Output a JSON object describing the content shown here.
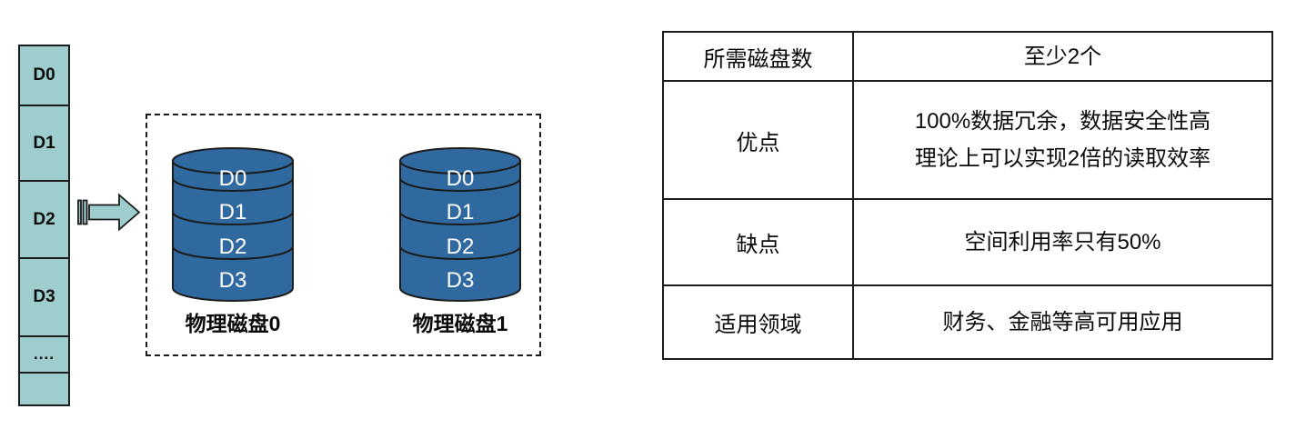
{
  "colors": {
    "stack-fill": "#9dcdcd",
    "disk-fill": "#30699f",
    "disk-text": "#ffffff",
    "line": "#1c1c1c",
    "text": "#111111",
    "bg": "#ffffff"
  },
  "stack": {
    "cells": [
      "D0",
      "D1",
      "D2",
      "D3",
      "....",
      ""
    ]
  },
  "arrow": {
    "icon": "block-arrow-right"
  },
  "mirror_group": {
    "disks": [
      {
        "label": "物理磁盘0",
        "segments": [
          "D0",
          "D1",
          "D2",
          "D3"
        ]
      },
      {
        "label": "物理磁盘1",
        "segments": [
          "D0",
          "D1",
          "D2",
          "D3"
        ]
      }
    ]
  },
  "table": {
    "rows": [
      {
        "label": "所需磁盘数",
        "value_lines": [
          "至少2个"
        ]
      },
      {
        "label": "优点",
        "value_lines": [
          "100%数据冗余，数据安全性高",
          "理论上可以实现2倍的读取效率"
        ]
      },
      {
        "label": "缺点",
        "value_lines": [
          "空间利用率只有50%"
        ]
      },
      {
        "label": "适用领域",
        "value_lines": [
          "财务、金融等高可用应用"
        ]
      }
    ]
  }
}
